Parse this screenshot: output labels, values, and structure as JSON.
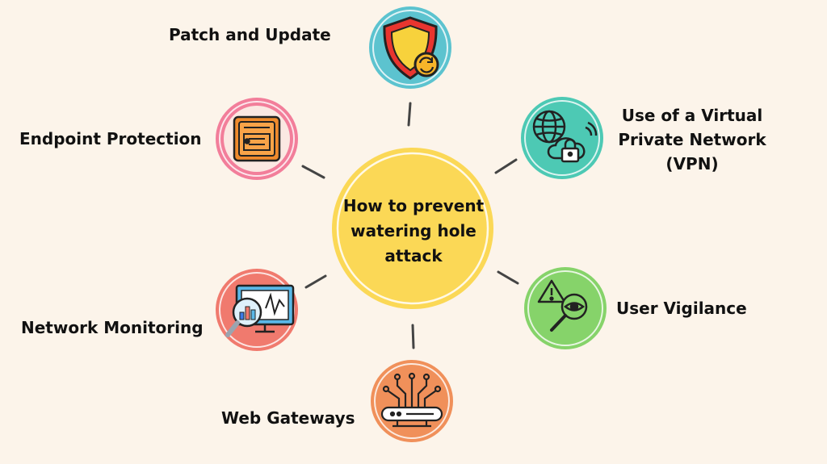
{
  "center": {
    "title": "How to prevent watering hole attack"
  },
  "items": [
    {
      "label": "Patch and Update",
      "icon": "shield-refresh-icon",
      "color": "#5cc3cf"
    },
    {
      "label": "Use of a Virtual Private Network (VPN)",
      "icon": "globe-cloud-lock-icon",
      "color": "#4dc9b4"
    },
    {
      "label": "User Vigilance",
      "icon": "warning-magnifier-eye-icon",
      "color": "#86d36a"
    },
    {
      "label": "Web Gateways",
      "icon": "router-circuit-icon",
      "color": "#f0905a"
    },
    {
      "label": "Network Monitoring",
      "icon": "monitor-chart-magnifier-icon",
      "color": "#f07a6e"
    },
    {
      "label": "Endpoint Protection",
      "icon": "server-panel-icon",
      "color": "#f27e9a"
    }
  ],
  "colors": {
    "background": "#fcf4ea",
    "center_fill": "#fbd856",
    "connector": "#444444",
    "icon_outline": "#222222"
  }
}
